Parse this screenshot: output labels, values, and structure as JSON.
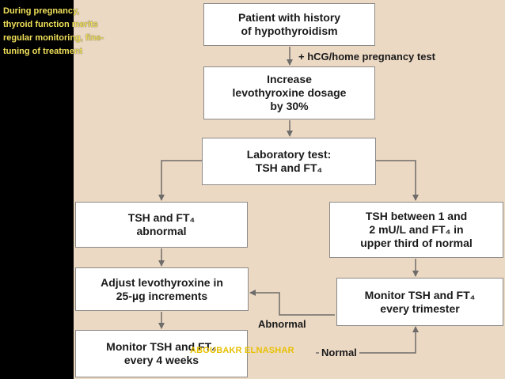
{
  "caption": "During pregnancy, thyroid function merits regular monitoring, fine-tuning of treatment",
  "boxes": {
    "start": {
      "line1": "Patient with history",
      "line2": "of hypothyroidism"
    },
    "increase": {
      "line1": "Increase",
      "line2": "levothyroxine dosage",
      "line3": "by 30%"
    },
    "labtest": {
      "line1": "Laboratory test:",
      "line2": "TSH and FT₄"
    },
    "abnormal": {
      "line1": "TSH and FT₄",
      "line2": "abnormal"
    },
    "normal_range": {
      "line1": "TSH between 1 and",
      "line2": "2 mU/L and FT₄ in",
      "line3": "upper third of normal"
    },
    "adjust": {
      "line1": "Adjust levothyroxine in",
      "line2": "25-µg increments"
    },
    "monitor_trimester": {
      "line1": "Monitor TSH and FT₄",
      "line2": "every trimester"
    },
    "monitor_4weeks": {
      "line1": "Monitor TSH and FT₄",
      "line2": "every 4 weeks"
    }
  },
  "edge_labels": {
    "hcg": "+ hCG/home pregnancy test",
    "abnormal": "Abnormal",
    "normal": "Normal"
  },
  "watermark": "ABOUBAKR ELNASHAR",
  "colors": {
    "figure_background": "#ecd9c4",
    "box_border": "#8c8a88",
    "arrow": "#6e6c6a",
    "caption_text": "#f0e05a",
    "watermark_text": "#e8c000"
  }
}
